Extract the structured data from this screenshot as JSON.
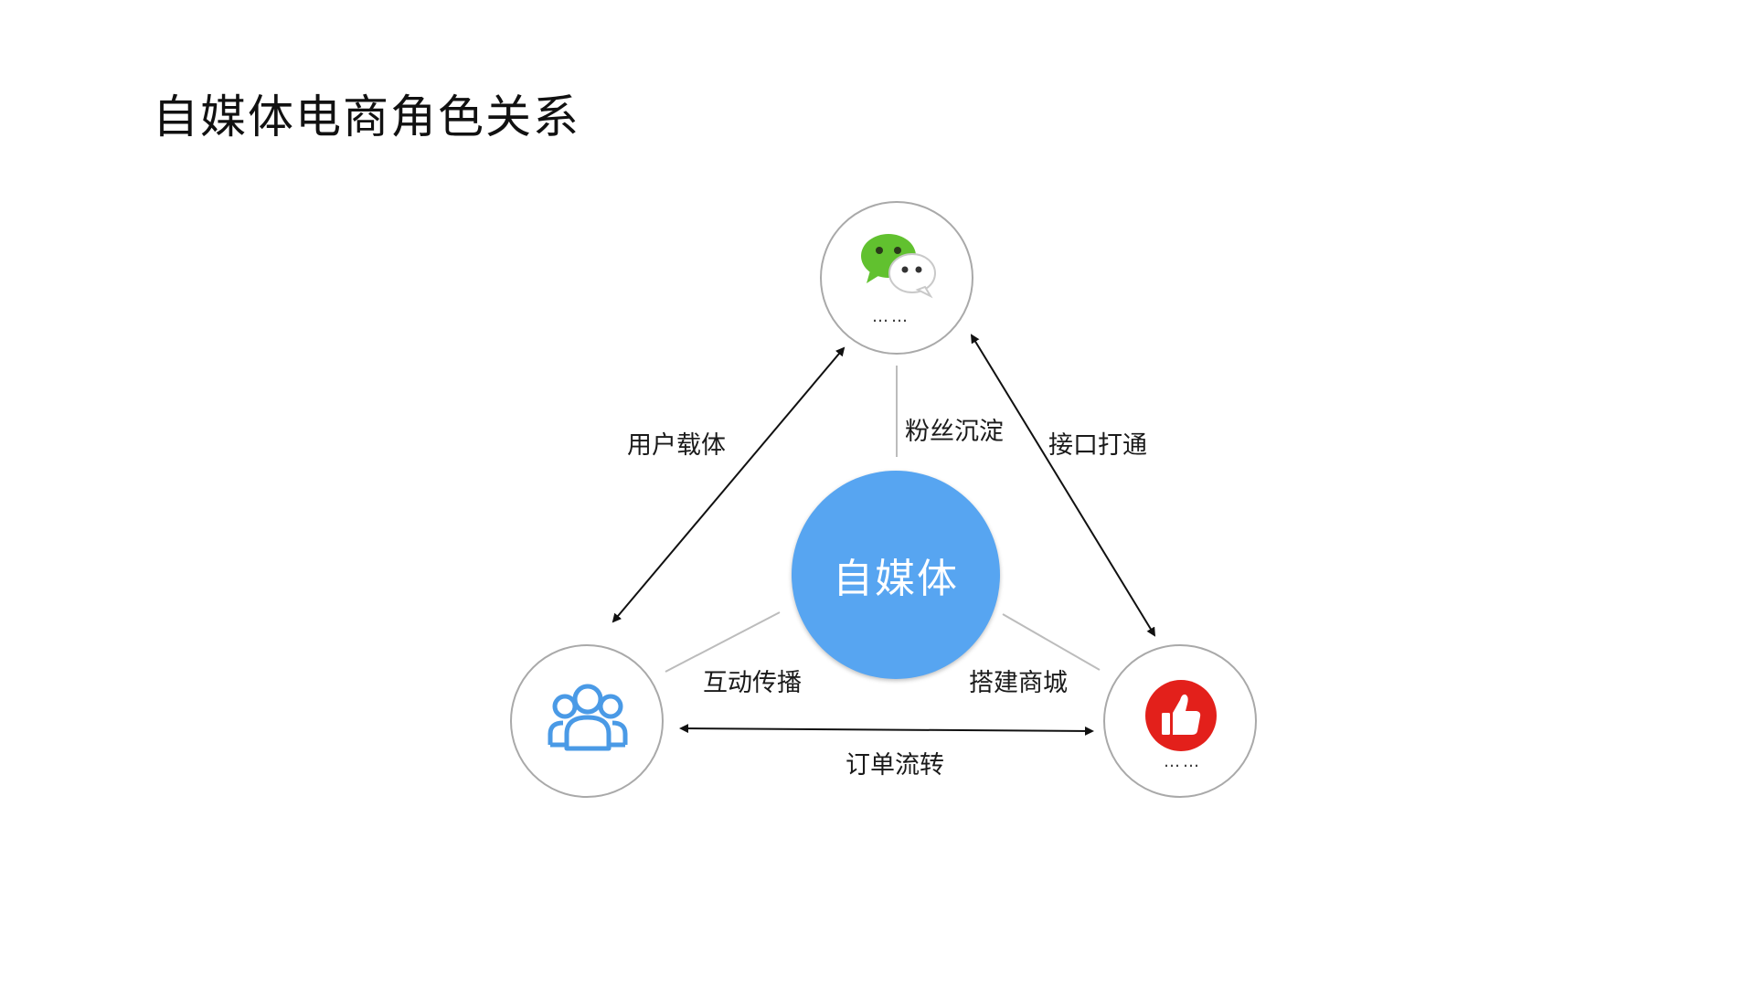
{
  "title": "自媒体电商角色关系",
  "center": {
    "label": "自媒体",
    "color": "#57a5f1"
  },
  "nodes": {
    "top": {
      "icon": "wechat-icon",
      "caption": "……"
    },
    "left": {
      "icon": "users-group-icon"
    },
    "right": {
      "icon": "thumbs-up-icon",
      "caption": "……"
    }
  },
  "edges": {
    "left_top": "用户载体",
    "center_top": "粉丝沉淀",
    "top_right": "接口打通",
    "center_left": "互动传播",
    "center_right": "搭建商城",
    "left_right": "订单流转"
  },
  "colors": {
    "wechat_green": "#61c12f",
    "users_blue": "#4a9ae6",
    "like_red": "#e3201b",
    "line_gray": "#b8b8b8",
    "arrow_dark": "#111111"
  }
}
